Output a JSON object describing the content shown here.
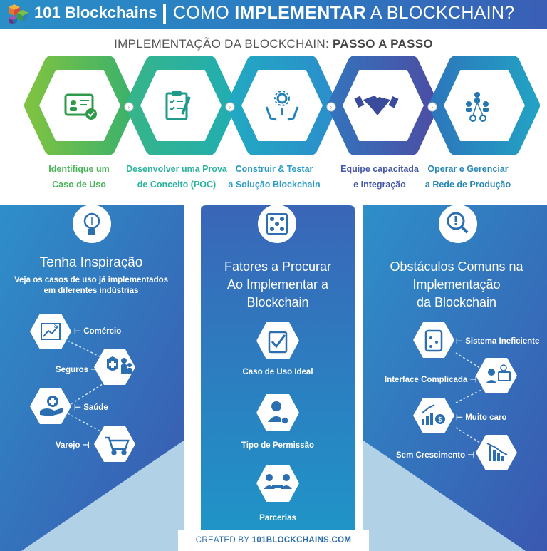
{
  "header": {
    "brand": "101 Blockchains",
    "title_part1": "COMO ",
    "title_part2": "IMPLEMENTAR",
    "title_part3": " A BLOCKCHAIN?",
    "subtitle_part1": "IMPLEMENTAÇÃO DA BLOCKCHAIN: ",
    "subtitle_part2": "PASSO A PASSO"
  },
  "steps": [
    {
      "line1": "Identifique um",
      "line2": "Caso de Uso",
      "color": "#48b557",
      "icon": "id-card-check-icon"
    },
    {
      "line1": "Desenvolver uma Prova",
      "line2": "de Conceito (POC)",
      "color": "#2bb39d",
      "icon": "checklist-pencil-icon"
    },
    {
      "line1": "Construir & Testar",
      "line2": "a Solução Blockchain",
      "color": "#2a9bc6",
      "icon": "hands-gear-icon"
    },
    {
      "line1": "Equipe capacitada",
      "line2": "e Integração",
      "color": "#4657a8",
      "icon": "handshake-icon"
    },
    {
      "line1": "Operar e Gerenciar",
      "line2": "a Rede de Produção",
      "color": "#2886b6",
      "icon": "network-people-icon"
    }
  ],
  "left": {
    "title": "Tenha Inspiração",
    "subtitle_line1": "Veja os casos de uso já implementados",
    "subtitle_line2": "em diferentes indústrias",
    "items": [
      "Comércio",
      "Seguros",
      "Saúde",
      "Varejo"
    ]
  },
  "middle": {
    "title_line1": "Fatores a Procurar",
    "title_line2": "Ao Implementar a",
    "title_line3": "Blockchain",
    "items": [
      "Caso de Uso Ideal",
      "Tipo de Permissão",
      "Parcerias"
    ]
  },
  "right": {
    "title_line1": "Obstáculos Comuns na",
    "title_line2": "Implementação",
    "title_line3": "da Blockchain",
    "items": [
      "Sistema Ineficiente",
      "Interface Complicada",
      "Muito caro",
      "Sem Crescimento"
    ]
  },
  "footer": {
    "credit_part1": "CREATED BY ",
    "credit_part2": "101BLOCKCHAINS.COM"
  },
  "colors": {
    "panel_top": "#3a68b8",
    "panel_bottom": "#1e96c8",
    "icon_blue": "#2c6fb0"
  }
}
